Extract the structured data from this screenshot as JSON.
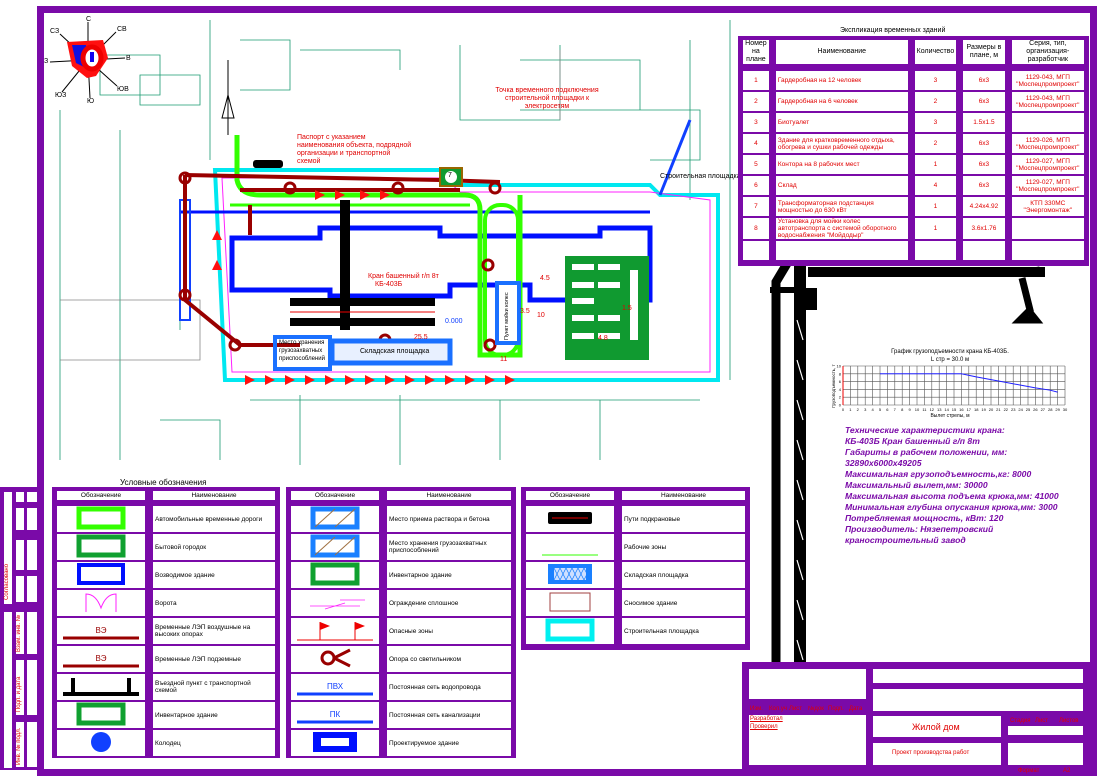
{
  "colors": {
    "frame": "#7a0aa8",
    "text_red": "#e00000",
    "road": "#33ff00",
    "camp": "#10a030",
    "building": "#0010ff",
    "site": "#00f0f0",
    "power": "#990000"
  },
  "compass": {
    "labels": [
      "С",
      "СВ",
      "В",
      "ЮВ",
      "Ю",
      "ЮЗ",
      "З",
      "СЗ"
    ]
  },
  "site_plan": {
    "callouts": {
      "passport": "Паспорт с указанием наименования объекта, подрядной организации и транспортной схемой",
      "power_point": "Точка временного подключения строительной площадки к электросетям",
      "site": "Строительная площадка",
      "crane": "Кран башенный г/п 8т",
      "crane_model": "КБ-403Б",
      "slings_storage": "Место хранения грузозахватных приспособлений",
      "warehouse": "Складская площадка",
      "wheel_wash": "Пункт мойки колес",
      "tp_number": "7",
      "dims": [
        "11",
        "10",
        "3.5",
        "4.5",
        "1.5",
        "4.8",
        "0.000",
        "25.5"
      ]
    }
  },
  "explication": {
    "title": "Экспликация временных зданий",
    "headers": [
      "Номер на плане",
      "Наименование",
      "Количество",
      "Размеры в плане, м",
      "Серия, тип, организация-разработчик"
    ],
    "rows": [
      [
        "1",
        "Гардеробная на 12 человек",
        "3",
        "6x3",
        "1129-043, МГП \"Моспецпромпроект\""
      ],
      [
        "2",
        "Гардеробная на 6 человек",
        "2",
        "6x3",
        "1129-043, МГП \"Моспецпромпроект\""
      ],
      [
        "3",
        "Биотуалет",
        "3",
        "1.5x1.5",
        ""
      ],
      [
        "4",
        "Здание для кратковременного отдыха, обогрева и сушки рабочей одежды",
        "2",
        "6x3",
        "1129-026, МГП \"Моспецпромпроект\""
      ],
      [
        "5",
        "Контора на 8 рабочих мест",
        "1",
        "6x3",
        "1129-027, МГП \"Моспецпромпроект\""
      ],
      [
        "6",
        "Склад",
        "4",
        "6x3",
        "1129-027, МГП \"Моспецпромпроект\""
      ],
      [
        "7",
        "Трансформаторная подстанция мощностью до 630 кВт",
        "1",
        "4.24x4.92",
        "КТП 330МС \"Энергомонтаж\""
      ],
      [
        "8",
        "Установка для мойки колес автотранспорта с системой оборотного водоснабжения \"Мойдодыр\"",
        "1",
        "3.6x1.76",
        ""
      ],
      [
        "",
        "",
        "",
        "",
        ""
      ]
    ]
  },
  "crane_chart": {
    "chart_data": {
      "type": "line",
      "title": "График грузоподъемности крана КБ-403Б.",
      "subtitle": "L стр = 30.0 м",
      "xlabel": "Вылет стрелы, м",
      "ylabel": "Грузоподъемность, т",
      "xlim": [
        0,
        30
      ],
      "ylim": [
        0,
        10
      ],
      "grid": true,
      "x": [
        5,
        16,
        18,
        20,
        22,
        24,
        26,
        28,
        29
      ],
      "y": [
        8,
        8,
        7.2,
        6.5,
        5.8,
        5.1,
        4.4,
        3.8,
        3.3
      ]
    }
  },
  "crane_specs": [
    "Технические характеристики крана:",
    "КБ-403Б Кран башенный г/п 8т",
    "Габариты в рабочем положении, мм:",
    "32890x6000x49205",
    "Максимальная грузоподъемность,кг: 8000",
    "Максимальный вылет,мм: 30000",
    "Максимальная высота подъема крюка,мм: 41000",
    "Минимальная глубина опускания крюка,мм: 3000",
    "Потребляемая мощность, кВт: 120",
    "Производитель: Нязепетровский",
    "краностроительный завод"
  ],
  "legend": {
    "title": "Условные обозначения",
    "headers": [
      "Обозначение",
      "Наименование"
    ],
    "tables": [
      [
        {
          "symbol": "rect-bright-green",
          "label": "Автомобильные временные дороги"
        },
        {
          "symbol": "rect-green",
          "label": "Бытовой городок"
        },
        {
          "symbol": "rect-blue",
          "label": "Возводимое здание"
        },
        {
          "symbol": "gate",
          "label": "Ворота"
        },
        {
          "symbol": "line-ve",
          "tag": "ВЭ",
          "label": "Временные ЛЭП воздушные на высоких опорах"
        },
        {
          "symbol": "line-ve",
          "tag": "ВЭ",
          "label": "Временные ЛЭП подземные"
        },
        {
          "symbol": "entry",
          "label": "Въездной пункт с транспортной схемой"
        },
        {
          "symbol": "rect-green",
          "label": "Инвентарное здание"
        },
        {
          "symbol": "circle-blue",
          "label": "Колодец"
        }
      ],
      [
        {
          "symbol": "rect-hatched",
          "label": "Место приема раствора и бетона"
        },
        {
          "symbol": "rect-hatched",
          "label": "Место хранения грузозахватных приспособлений"
        },
        {
          "symbol": "rect-green",
          "label": "Инвентарное здание"
        },
        {
          "symbol": "fence",
          "label": "Ограждение сплошное"
        },
        {
          "symbol": "flags",
          "label": "Опасные зоны"
        },
        {
          "symbol": "pole",
          "label": "Опора со светильником"
        },
        {
          "symbol": "line-blue",
          "tag": "ПВХ",
          "label": "Постоянная сеть водопровода"
        },
        {
          "symbol": "line-blue",
          "tag": "ПК",
          "label": "Постоянная сеть канализации"
        },
        {
          "symbol": "rect-blue-filled",
          "label": "Проектируемое здание"
        }
      ],
      [
        {
          "symbol": "rails",
          "label": "Пути подкрановые"
        },
        {
          "symbol": "line-green",
          "label": "Рабочие зоны"
        },
        {
          "symbol": "crosshatch",
          "label": "Складская площадка"
        },
        {
          "symbol": "rect-brown",
          "label": "Сносимое здание"
        },
        {
          "symbol": "rect-cyan",
          "label": "Строительная площадка"
        }
      ]
    ]
  },
  "title_block": {
    "columns": [
      "Изм.",
      "Кол.уч",
      "Лист",
      "№док",
      "Подп.",
      "Дата"
    ],
    "roles": [
      "Разработал",
      "Проверил"
    ],
    "object": "Жилой дом",
    "sheet_title": "Проект производства работ",
    "stage_headers": [
      "Стадия",
      "Лист",
      "Листов"
    ],
    "format_label": "Формат",
    "format": "А2"
  },
  "side_strip": [
    "Согласовано",
    "Взам. инв. №",
    "Подп. и дата",
    "Инв. № подл."
  ]
}
